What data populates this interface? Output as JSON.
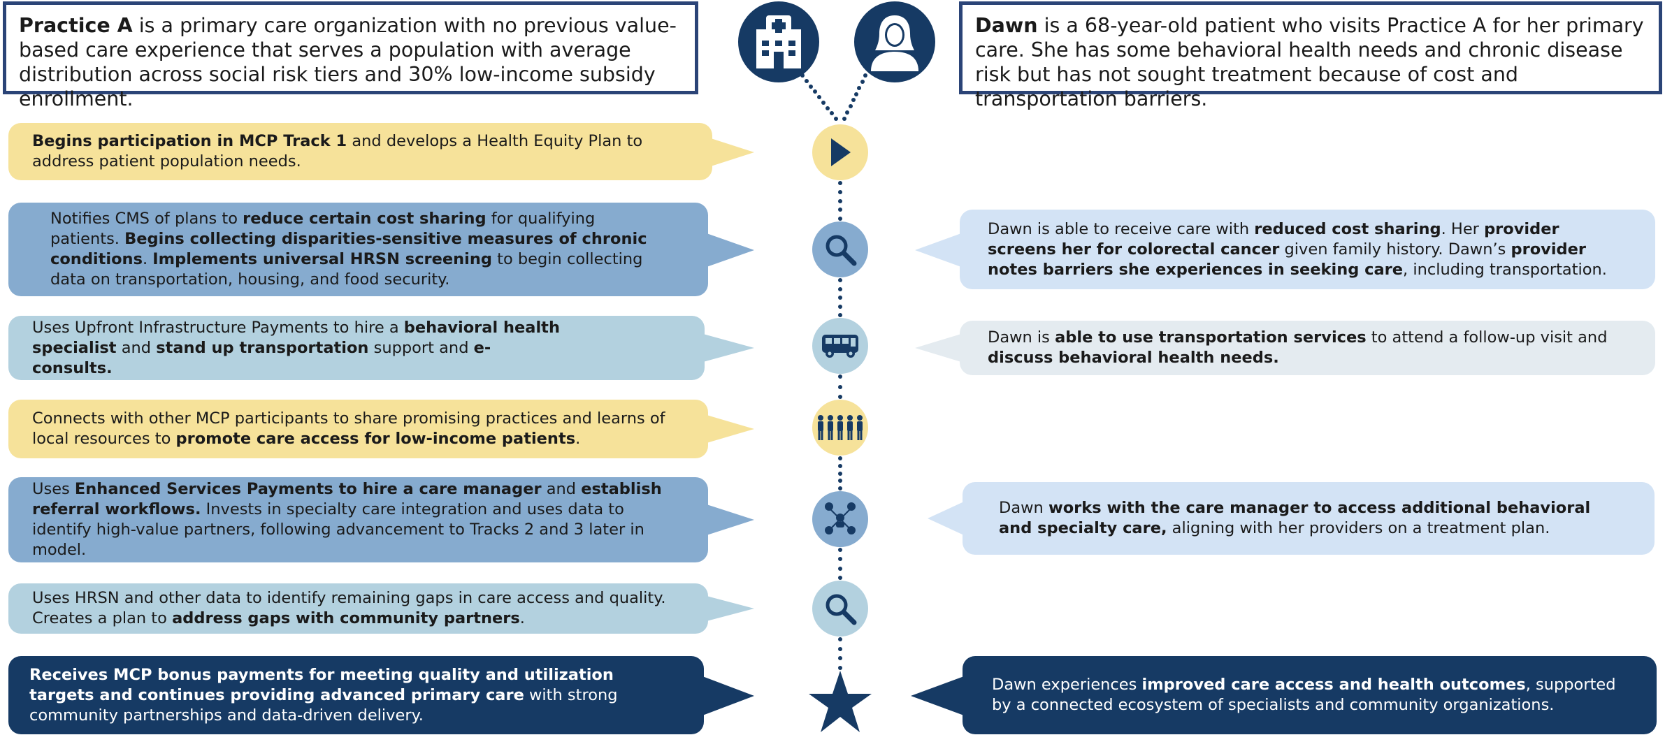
{
  "header": {
    "practice": {
      "name": "Practice A",
      "text": " is a primary care organization with no previous value-based care experience that serves a population with average distribution across social risk tiers and 30% low-income subsidy enrollment."
    },
    "patient": {
      "name": "Dawn",
      "text": " is a 68-year-old patient who visits Practice A for her primary care. She has some behavioral health needs and chronic disease risk but has not sought treatment because of cost and transportation barriers."
    }
  },
  "left_steps": [
    {
      "segments": [
        {
          "t": "Begins participation in MCP Track 1",
          "b": true
        },
        {
          "t": " and develops a Health Equity Plan to address patient population needs.",
          "b": false
        }
      ]
    },
    {
      "segments": [
        {
          "t": "Notifies CMS of plans to ",
          "b": false
        },
        {
          "t": "reduce certain cost sharing",
          "b": true
        },
        {
          "t": " for qualifying patients. ",
          "b": false
        },
        {
          "t": "Begins collecting disparities-sensitive measures of chronic conditions",
          "b": true
        },
        {
          "t": ". ",
          "b": false
        },
        {
          "t": "Implements universal HRSN screening",
          "b": true
        },
        {
          "t": " to begin collecting data on transportation, housing, and food security.",
          "b": false
        }
      ]
    },
    {
      "segments": [
        {
          "t": "Uses Upfront Infrastructure Payments to hire a ",
          "b": false
        },
        {
          "t": "behavioral health specialist",
          "b": true
        },
        {
          "t": " and ",
          "b": false
        },
        {
          "t": "stand up transportation",
          "b": true
        },
        {
          "t": " support and ",
          "b": false
        },
        {
          "t": "e-consults.",
          "b": true
        }
      ]
    },
    {
      "segments": [
        {
          "t": "Connects with other MCP participants to share promising practices and learns of local resources to ",
          "b": false
        },
        {
          "t": "promote care access for low-income patients",
          "b": true
        },
        {
          "t": ".",
          "b": false
        }
      ]
    },
    {
      "segments": [
        {
          "t": "Uses ",
          "b": false
        },
        {
          "t": "Enhanced Services Payments to hire a care manager",
          "b": true
        },
        {
          "t": " and ",
          "b": false
        },
        {
          "t": "establish referral workflows.",
          "b": true
        },
        {
          "t": " Invests in specialty care integration and uses data to identify high-value partners, following advancement to Tracks 2 and 3 later in model.",
          "b": false
        }
      ]
    },
    {
      "segments": [
        {
          "t": "Uses HRSN and other data to identify remaining gaps in care access and quality. Creates a plan to ",
          "b": false
        },
        {
          "t": "address gaps with community partners",
          "b": true
        },
        {
          "t": ".",
          "b": false
        }
      ]
    },
    {
      "segments": [
        {
          "t": "Receives MCP bonus payments for meeting quality and utilization targets and continues providing advanced primary care",
          "b": true
        },
        {
          "t": " with strong community partnerships and data-driven delivery.",
          "b": false
        }
      ]
    }
  ],
  "right_steps": [
    {
      "segments": [
        {
          "t": "Dawn is able to receive care with ",
          "b": false
        },
        {
          "t": "reduced cost sharing",
          "b": true
        },
        {
          "t": ". Her ",
          "b": false
        },
        {
          "t": "provider screens her for colorectal cancer",
          "b": true
        },
        {
          "t": " given family history. Dawn’s ",
          "b": false
        },
        {
          "t": "provider notes barriers she experiences in seeking care",
          "b": true
        },
        {
          "t": ", including transportation.",
          "b": false
        }
      ]
    },
    {
      "segments": [
        {
          "t": "Dawn is ",
          "b": false
        },
        {
          "t": "able to use transportation services",
          "b": true
        },
        {
          "t": " to attend a follow-up visit and ",
          "b": false
        },
        {
          "t": "discuss behavioral health needs.",
          "b": true
        }
      ]
    },
    {
      "segments": [
        {
          "t": "Dawn ",
          "b": false
        },
        {
          "t": "works with the care manager to access additional behavioral and specialty care,",
          "b": true
        },
        {
          "t": " aligning with her providers on a treatment plan.",
          "b": false
        }
      ]
    },
    {
      "segments": [
        {
          "t": "Dawn experiences ",
          "b": false
        },
        {
          "t": "improved care access and health outcomes",
          "b": true
        },
        {
          "t": ", supported by a connected ecosystem of specialists and community organizations.",
          "b": false
        }
      ]
    }
  ],
  "timeline_icons": [
    "play-icon",
    "magnifier-icon",
    "bus-icon",
    "people-group-icon",
    "network-icon",
    "magnifier-icon",
    "star-icon"
  ],
  "colors": {
    "navy": "#163a64",
    "mid_blue": "#86abcf",
    "light_blue": "#b3d1df",
    "yellow": "#f6e29a",
    "pale_blue": "#d3e3f5",
    "header_border": "#2b4477"
  }
}
